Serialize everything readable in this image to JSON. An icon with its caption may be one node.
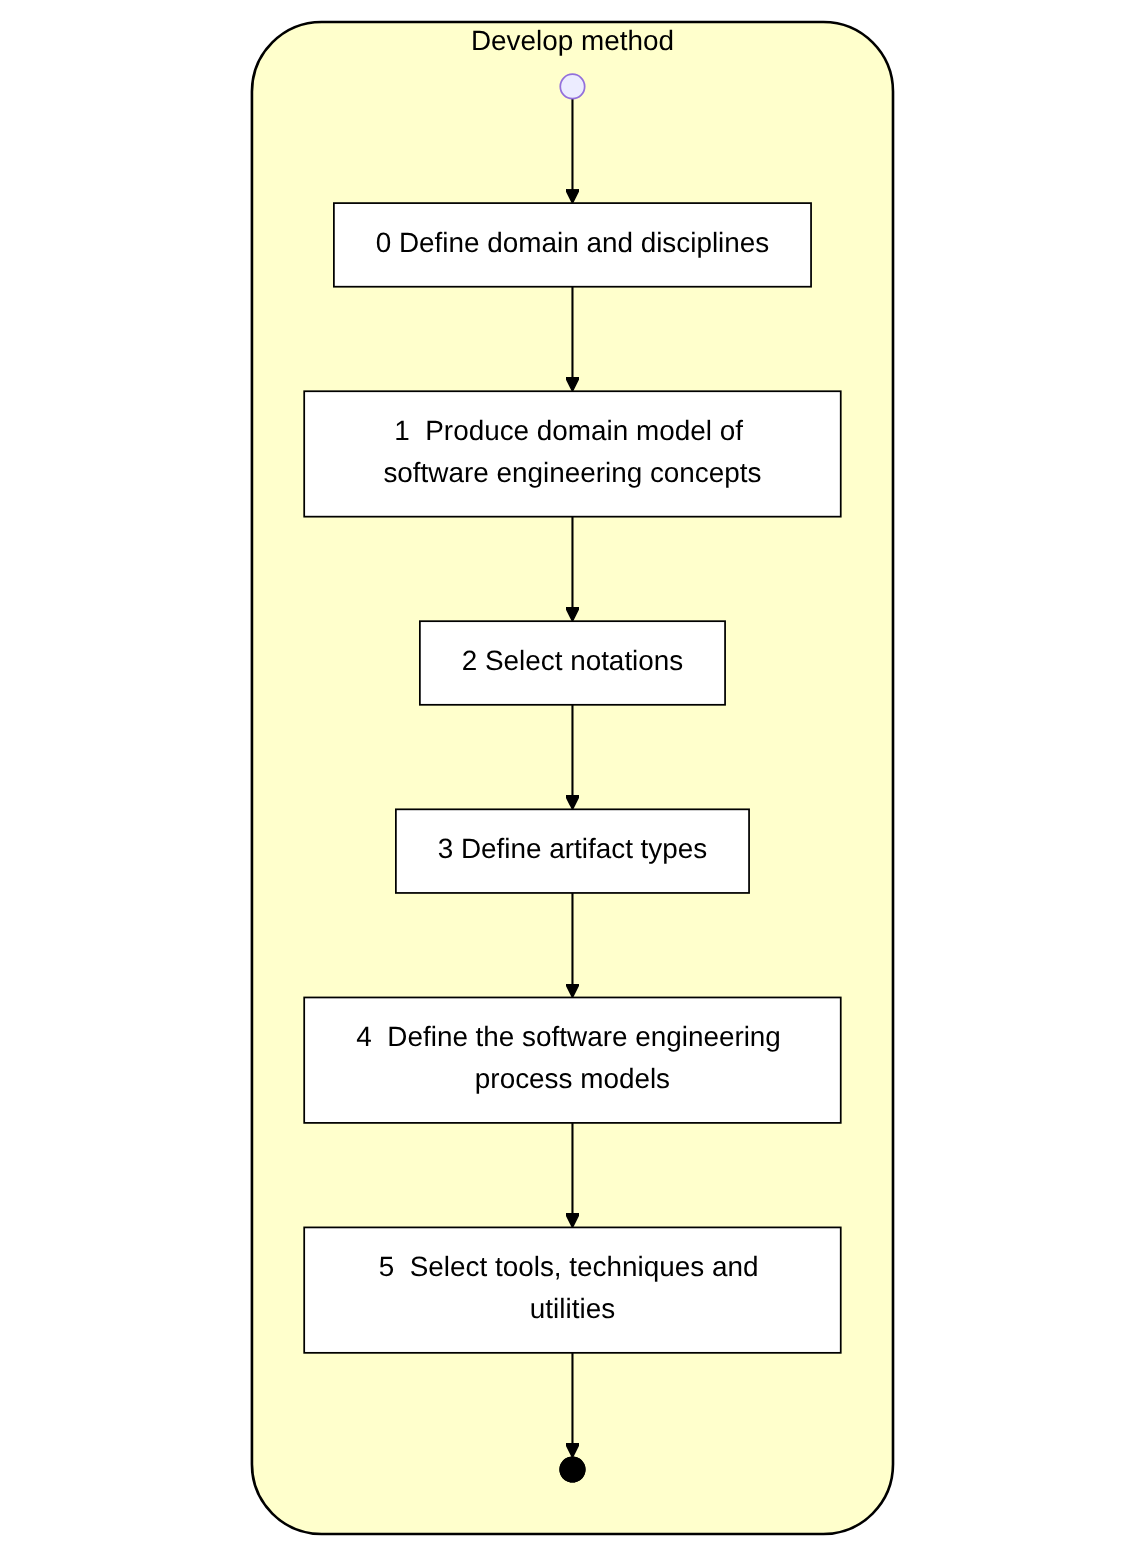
{
  "diagram": {
    "nodes": [
      {
        "text": [
          "Develop method"
        ]
      },
      {
        "text": [],
        "shape": "circle",
        "in": 0
      },
      {
        "text": [
          "0  Define domain and disciplines"
        ],
        "in": 0
      },
      {
        "text": [
          "1  Produce domain model of software engineering concepts"
        ],
        "in": 0
      },
      {
        "text": [
          "2  Select notations"
        ],
        "in": 0
      },
      {
        "text": [
          "3  Define artifact types"
        ],
        "in": 0
      },
      {
        "text": [
          "4  Define the software engineering process models"
        ],
        "in": 0
      },
      {
        "text": [
          "5  Select tools, techniques and utilities"
        ],
        "in": 0
      },
      {
        "text": [],
        "shape": "bullseye",
        "in": 0
      }
    ],
    "edges": [
      {
        "from": 1,
        "to": 2,
        "arrow": "to"
      },
      {
        "from": 2,
        "to": 3,
        "arrow": "to"
      },
      {
        "from": 3,
        "to": 4,
        "arrow": "to"
      },
      {
        "from": 4,
        "to": 5,
        "arrow": "to"
      },
      {
        "from": 5,
        "to": 6,
        "arrow": "to"
      },
      {
        "from": 6,
        "to": 7,
        "arrow": "to"
      },
      {
        "from": 7,
        "to": 8,
        "arrow": "to"
      }
    ]
  }
}
